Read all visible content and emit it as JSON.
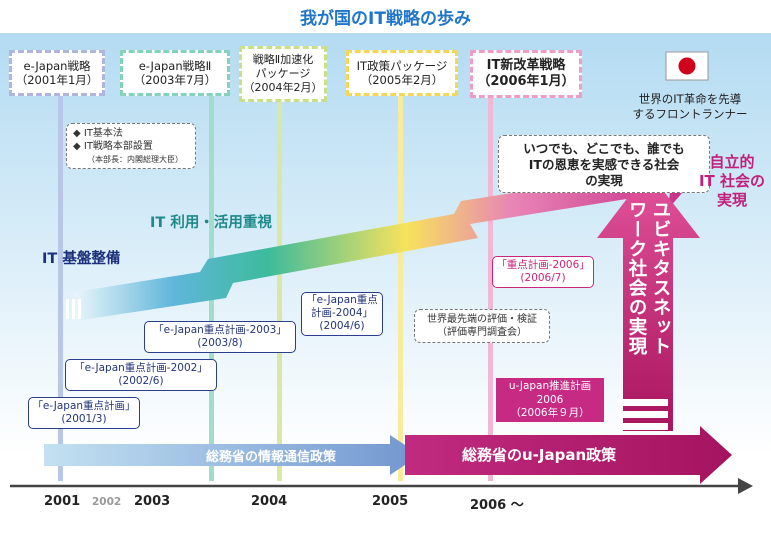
{
  "title": "我が国のIT戦略の歩み",
  "strategies": [
    {
      "name": "e-Japan戦略",
      "date": "（2001年1月）"
    },
    {
      "name": "e-Japan戦略Ⅱ",
      "date": "（2003年7月）"
    },
    {
      "name": "戦略Ⅱ加速化",
      "name2": "パッケージ",
      "date": "（2004年2月）"
    },
    {
      "name": "IT政策パッケージ",
      "date": "（2005年2月）"
    },
    {
      "name": "IT新改革戦略",
      "date": "（2006年1月）"
    }
  ],
  "notes": {
    "items": [
      "IT基本法",
      "IT戦略本部設置"
    ],
    "sub": "（本部長：内閣総理大臣）"
  },
  "phases": [
    "IT 基盤整備",
    "IT 利用・活用重視"
  ],
  "plans": [
    {
      "name": "「e-Japan重点計画」",
      "date": "(2001/3)"
    },
    {
      "name": "「e-Japan重点計画-2002」",
      "date": "(2002/6)"
    },
    {
      "name": "「e-Japan重点計画-2003」",
      "date": "(2003/8)"
    },
    {
      "name": "「e-Japan重点",
      "name2": "計画-2004」",
      "date": "(2004/6)"
    },
    {
      "name": "「重点計画-2006」",
      "date": "(2006/7)"
    }
  ],
  "evaluation": {
    "line1": "世界最先端の評価・検証",
    "line2": "（評価専門調査会）"
  },
  "u_plan": {
    "line1": "u-Japan推進計画",
    "line2": "2006",
    "line3": "（2006年９月）"
  },
  "goal": {
    "line1": "いつでも、どこでも、誰でも",
    "line2": "ITの恩恵を実感できる社会",
    "line3": "の実現"
  },
  "frontrunner": {
    "line1": "世界のIT革命を先導",
    "line2": "するフロントランナー"
  },
  "autonomous": {
    "line1": "自立的",
    "line2": "IT 社会の",
    "line3": "実現"
  },
  "ubiquitous": {
    "line1": "ユビキタスネット",
    "line2": "ワーク社会の実現"
  },
  "bottom": {
    "mic": "総務省の情報通信政策",
    "ujapan": "総務省のu-Japan政策"
  },
  "years": [
    "2001",
    "2002",
    "2003",
    "2004",
    "2005",
    "2006 ～"
  ]
}
